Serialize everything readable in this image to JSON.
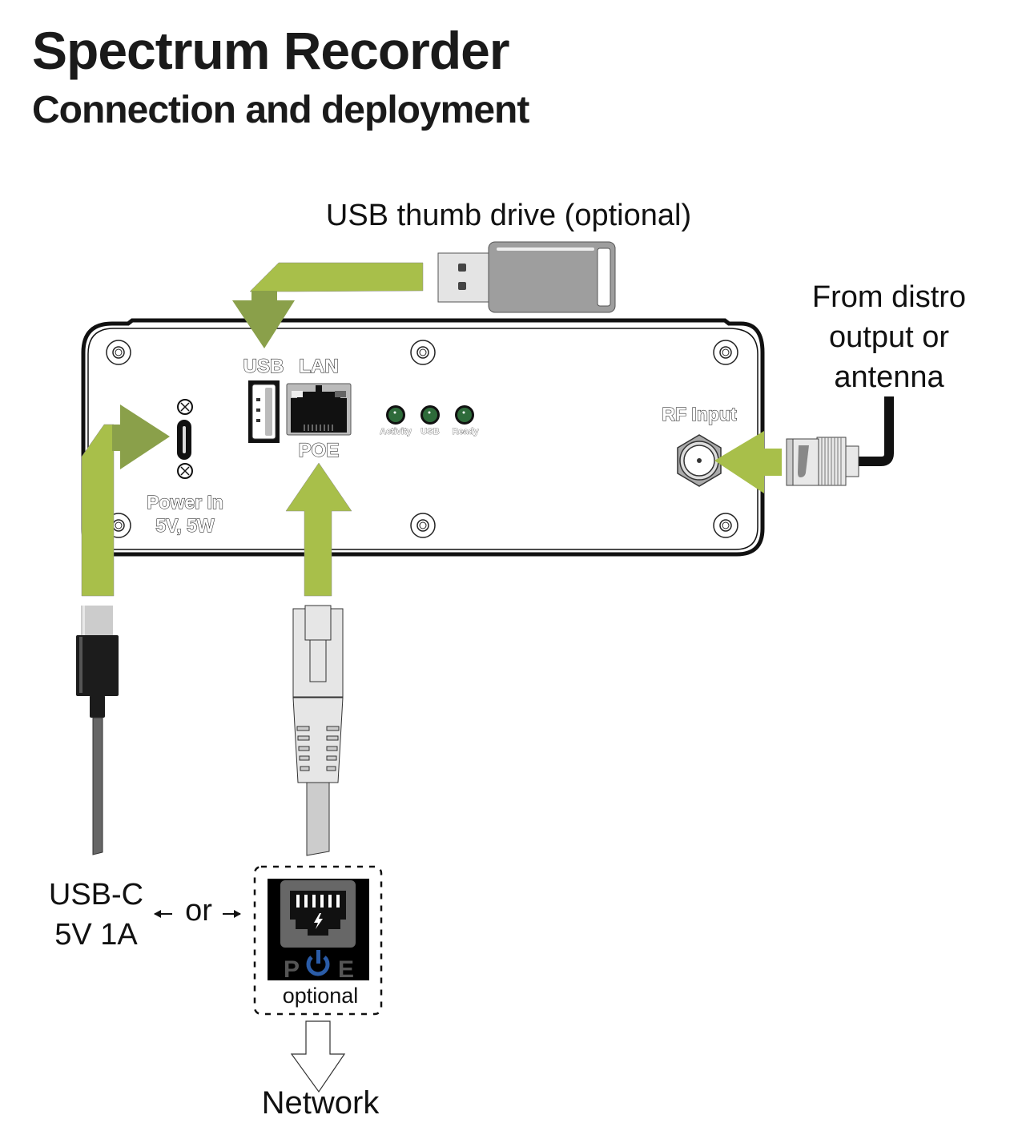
{
  "header": {
    "title": "Spectrum Recorder",
    "subtitle": "Connection and deployment"
  },
  "device": {
    "ports": {
      "usb_label": "USB",
      "lan_label": "LAN",
      "poe_label": "POE",
      "rf_label": "RF Input",
      "power_label_line1": "Power In",
      "power_label_line2": "5V, 5W"
    },
    "leds": [
      {
        "label": "Activity",
        "color": "#2e6b3a"
      },
      {
        "label": "USB",
        "color": "#2e6b3a"
      },
      {
        "label": "Ready",
        "color": "#2e6b3a"
      }
    ]
  },
  "callouts": {
    "usb_drive": "USB thumb drive (optional)",
    "rf_source_line1": "From distro",
    "rf_source_line2": "output or",
    "rf_source_line3": "antenna",
    "usbc_line1": "USB-C",
    "usbc_line2": "5V 1A",
    "or_label": "or",
    "poe_badge_text_p": "P",
    "poe_badge_text_e": "E",
    "poe_optional": "optional",
    "network": "Network"
  },
  "colors": {
    "arrow_light": "#a8bf4a",
    "arrow_dark": "#8aa04a",
    "poe_power_blue": "#2a5ca8"
  }
}
